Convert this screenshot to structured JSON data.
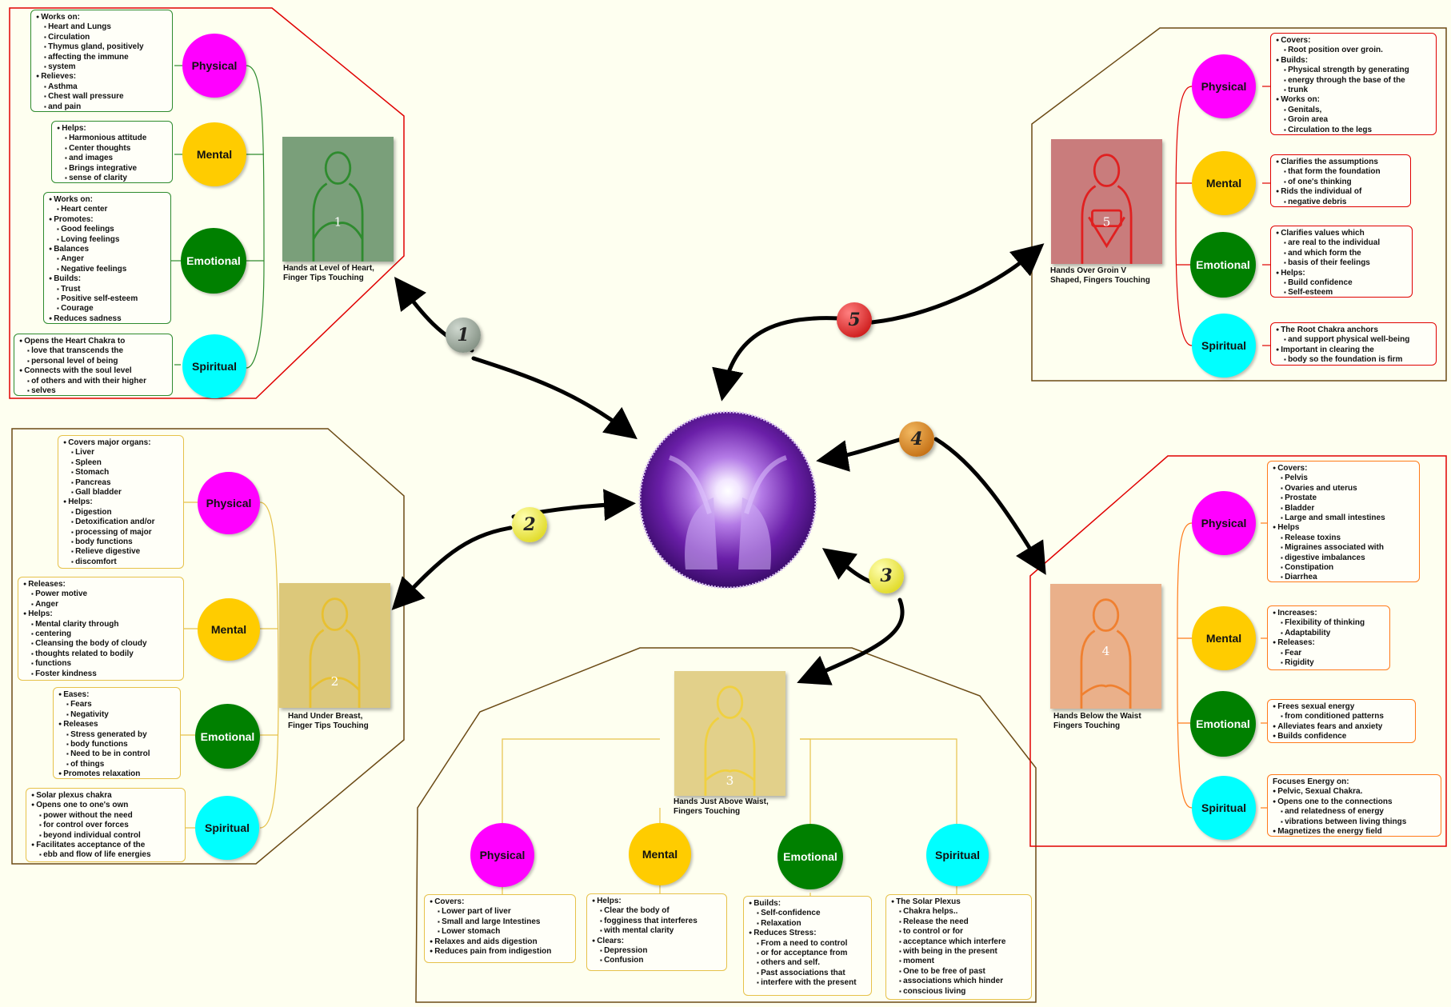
{
  "colors": {
    "physical": "#ff00ff",
    "mental": "#ffcc00",
    "emotional": "#008000",
    "spiritual": "#00ffff",
    "border_red": "#e00000",
    "border_brown": "#6b4a14"
  },
  "categories": {
    "physical": "Physical",
    "mental": "Mental",
    "emotional": "Emotional",
    "spiritual": "Spiritual"
  },
  "positions": [
    {
      "number": "1",
      "pose_label_1": "Hands at Level of Heart,",
      "pose_label_2": "Finger Tips Touching",
      "physical": [
        [
          "l1",
          "Works on:"
        ],
        [
          "l2",
          "Heart and Lungs"
        ],
        [
          "l2",
          "Circulation"
        ],
        [
          "l2",
          "Thymus gland, positively"
        ],
        [
          "l2",
          "affecting the immune"
        ],
        [
          "l2",
          "system"
        ],
        [
          "l1",
          "Relieves:"
        ],
        [
          "l2",
          "Asthma"
        ],
        [
          "l2",
          "Chest wall pressure"
        ],
        [
          "l2",
          "and pain"
        ]
      ],
      "mental": [
        [
          "l1",
          "Helps:"
        ],
        [
          "l2",
          "Harmonious attitude"
        ],
        [
          "l2",
          "Center thoughts"
        ],
        [
          "l2",
          "and images"
        ],
        [
          "l2",
          "Brings integrative"
        ],
        [
          "l2",
          "sense of clarity"
        ]
      ],
      "emotional": [
        [
          "l1",
          "Works on:"
        ],
        [
          "l2",
          "Heart center"
        ],
        [
          "l1",
          "Promotes:"
        ],
        [
          "l2",
          "Good feelings"
        ],
        [
          "l2",
          "Loving feelings"
        ],
        [
          "l1",
          "Balances"
        ],
        [
          "l2",
          "Anger"
        ],
        [
          "l2",
          "Negative feelings"
        ],
        [
          "l1",
          "Builds:"
        ],
        [
          "l2",
          "Trust"
        ],
        [
          "l2",
          "Positive self-esteem"
        ],
        [
          "l2",
          "Courage"
        ],
        [
          "l1",
          "Reduces sadness"
        ]
      ],
      "spiritual": [
        [
          "l1",
          "Opens the Heart Chakra to"
        ],
        [
          "l2",
          "love that transcends the"
        ],
        [
          "l2",
          "personal level of being"
        ],
        [
          "l1",
          "Connects with the soul level"
        ],
        [
          "l2",
          "of others and with their higher"
        ],
        [
          "l2",
          "selves"
        ]
      ]
    },
    {
      "number": "2",
      "pose_label_1": "Hand Under Breast,",
      "pose_label_2": "Finger Tips Touching",
      "physical": [
        [
          "l1",
          "Covers major organs:"
        ],
        [
          "l2",
          "Liver"
        ],
        [
          "l2",
          "Spleen"
        ],
        [
          "l2",
          "Stomach"
        ],
        [
          "l2",
          "Pancreas"
        ],
        [
          "l2",
          "Gall bladder"
        ],
        [
          "l1",
          "Helps:"
        ],
        [
          "l2",
          "Digestion"
        ],
        [
          "l2",
          "Detoxification and/or"
        ],
        [
          "l2",
          "processing of major"
        ],
        [
          "l2",
          "body functions"
        ],
        [
          "l2",
          "Relieve digestive"
        ],
        [
          "l2",
          "discomfort"
        ]
      ],
      "mental": [
        [
          "l1",
          "Releases:"
        ],
        [
          "l2",
          "Power motive"
        ],
        [
          "l2",
          "Anger"
        ],
        [
          "l1",
          "Helps:"
        ],
        [
          "l2",
          "Mental clarity through"
        ],
        [
          "l2",
          "centering"
        ],
        [
          "l2",
          "Cleansing the body of cloudy"
        ],
        [
          "l2",
          "thoughts related to bodily"
        ],
        [
          "l2",
          "functions"
        ],
        [
          "l2",
          "Foster kindness"
        ]
      ],
      "emotional": [
        [
          "l1",
          "Eases:"
        ],
        [
          "l2",
          "Fears"
        ],
        [
          "l2",
          "Negativity"
        ],
        [
          "l1",
          "Releases"
        ],
        [
          "l2",
          "Stress generated by"
        ],
        [
          "l2",
          "body functions"
        ],
        [
          "l2",
          "Need to be in control"
        ],
        [
          "l2",
          "of things"
        ],
        [
          "l1",
          "Promotes relaxation"
        ]
      ],
      "spiritual": [
        [
          "l1",
          "Solar plexus chakra"
        ],
        [
          "l1",
          "Opens one to one's own"
        ],
        [
          "l2",
          "power without the need"
        ],
        [
          "l2",
          "for control over forces"
        ],
        [
          "l2",
          "beyond individual control"
        ],
        [
          "l1",
          "Facilitates acceptance of the"
        ],
        [
          "l2",
          "ebb and flow of life energies"
        ]
      ]
    },
    {
      "number": "3",
      "pose_label_1": "Hands Just Above Waist,",
      "pose_label_2": "Fingers Touching",
      "physical": [
        [
          "l1",
          "Covers:"
        ],
        [
          "l2",
          "Lower part of liver"
        ],
        [
          "l2",
          "Small and large Intestines"
        ],
        [
          "l2",
          "Lower stomach"
        ],
        [
          "l1",
          "Relaxes and aids digestion"
        ],
        [
          "l1",
          "Reduces pain from indigestion"
        ]
      ],
      "mental": [
        [
          "l1",
          "Helps:"
        ],
        [
          "l2",
          "Clear the body of"
        ],
        [
          "l2",
          "fogginess  that interferes"
        ],
        [
          "l2",
          "with mental clarity"
        ],
        [
          "l1",
          "Clears:"
        ],
        [
          "l2",
          "Depression"
        ],
        [
          "l2",
          "Confusion"
        ]
      ],
      "emotional": [
        [
          "l1",
          "Builds:"
        ],
        [
          "l2",
          "Self-confidence"
        ],
        [
          "l2",
          "Relaxation"
        ],
        [
          "l1",
          "Reduces Stress:"
        ],
        [
          "l2",
          "From a need to control"
        ],
        [
          "l2",
          "or for acceptance from"
        ],
        [
          "l2",
          "others and self."
        ],
        [
          "l2",
          "Past associations that"
        ],
        [
          "l2",
          "interfere with the present"
        ]
      ],
      "spiritual": [
        [
          "l1",
          "The Solar Plexus"
        ],
        [
          "l2",
          "Chakra helps.."
        ],
        [
          "l2",
          "Release the need"
        ],
        [
          "l2",
          "to control or for"
        ],
        [
          "l2",
          "acceptance which interfere"
        ],
        [
          "l2",
          "with being in the present"
        ],
        [
          "l2",
          "moment"
        ],
        [
          "l2",
          "One to be free of past"
        ],
        [
          "l2",
          "associations which hinder"
        ],
        [
          "l2",
          "conscious living"
        ]
      ]
    },
    {
      "number": "4",
      "pose_label_1": "Hands Below the Waist",
      "pose_label_2": "Fingers Touching",
      "physical": [
        [
          "l1",
          "Covers:"
        ],
        [
          "l2",
          "Pelvis"
        ],
        [
          "l2",
          "Ovaries and uterus"
        ],
        [
          "l2",
          "Prostate"
        ],
        [
          "l2",
          "Bladder"
        ],
        [
          "l2",
          "Large and small intestines"
        ],
        [
          "l1",
          "Helps"
        ],
        [
          "l2",
          "Release toxins"
        ],
        [
          "l2",
          "Migraines associated with"
        ],
        [
          "l2",
          "digestive imbalances"
        ],
        [
          "l2",
          "Constipation"
        ],
        [
          "l2",
          "Diarrhea"
        ]
      ],
      "mental": [
        [
          "l1",
          "Increases:"
        ],
        [
          "l2",
          "Flexibility of thinking"
        ],
        [
          "l2",
          "Adaptability"
        ],
        [
          "l1",
          "Releases:"
        ],
        [
          "l2",
          "Fear"
        ],
        [
          "l2",
          "Rigidity"
        ]
      ],
      "emotional": [
        [
          "l1",
          "Frees sexual energy"
        ],
        [
          "l2",
          "from conditioned patterns"
        ],
        [
          "l1",
          "Alleviates fears and anxiety"
        ],
        [
          "l1",
          "Builds confidence"
        ]
      ],
      "spiritual": [
        [
          "l0",
          "Focuses Energy on:"
        ],
        [
          "l1",
          "Pelvic, Sexual Chakra."
        ],
        [
          "l1",
          "Opens one to the connections"
        ],
        [
          "l2",
          "and relatedness of energy"
        ],
        [
          "l2",
          "vibrations between living things"
        ],
        [
          "l1",
          "Magnetizes the energy field"
        ]
      ]
    },
    {
      "number": "5",
      "pose_label_1": "Hands Over Groin V",
      "pose_label_2": "Shaped, Fingers Touching",
      "physical": [
        [
          "l1",
          "Covers:"
        ],
        [
          "l2",
          "Root position over groin."
        ],
        [
          "l1",
          "Builds:"
        ],
        [
          "l2",
          "Physical strength by generating"
        ],
        [
          "l2",
          "energy through the base of the"
        ],
        [
          "l2",
          "trunk"
        ],
        [
          "l1",
          "Works on:"
        ],
        [
          "l2",
          "Genitals,"
        ],
        [
          "l2",
          "Groin area"
        ],
        [
          "l2",
          "Circulation to the legs"
        ]
      ],
      "mental": [
        [
          "l1",
          "Clarifies the assumptions"
        ],
        [
          "l2",
          "that form the foundation"
        ],
        [
          "l2",
          "of one's thinking"
        ],
        [
          "l1",
          "Rids the individual of"
        ],
        [
          "l2",
          "negative debris"
        ]
      ],
      "emotional": [
        [
          "l1",
          "Clarifies values which"
        ],
        [
          "l2",
          "are real to the individual"
        ],
        [
          "l2",
          "and which form the"
        ],
        [
          "l2",
          "basis of their feelings"
        ],
        [
          "l1",
          "Helps:"
        ],
        [
          "l2",
          "Build confidence"
        ],
        [
          "l2",
          "Self-esteem"
        ]
      ],
      "spiritual": [
        [
          "l1",
          "The Root Chakra anchors"
        ],
        [
          "l2",
          "and support physical well-being"
        ],
        [
          "l1",
          "Important in clearing the"
        ],
        [
          "l2",
          "body so the foundation is firm"
        ]
      ]
    }
  ]
}
